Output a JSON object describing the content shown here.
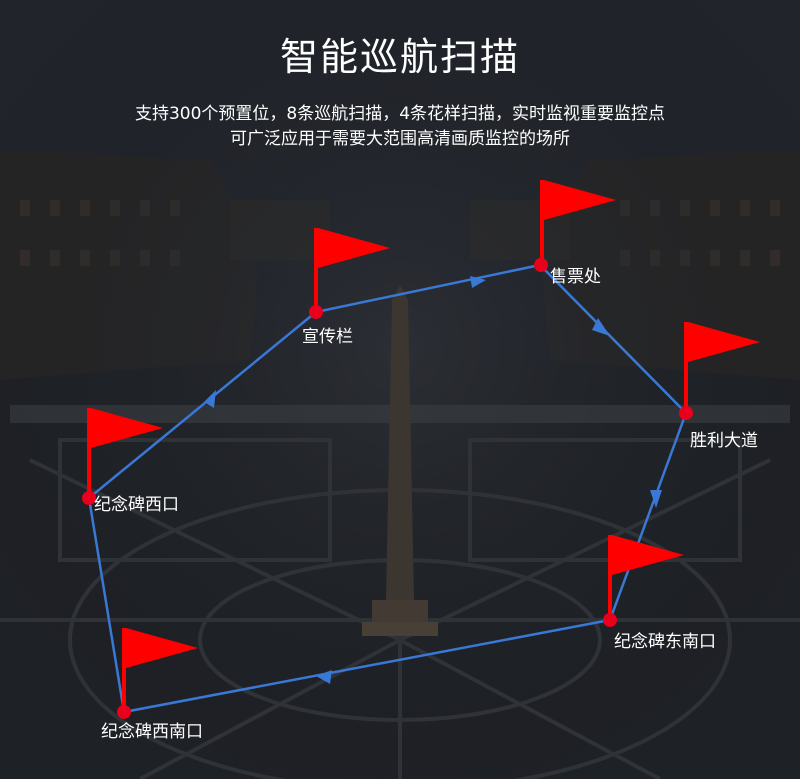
{
  "header": {
    "title": "智能巡航扫描",
    "subtitle_line1": "支持300个预置位，8条巡航扫描，4条花样扫描，实时监视重要监控点",
    "subtitle_line2": "可广泛应用于需要大范围高清画质监控的场所"
  },
  "colors": {
    "flag": "#ff0000",
    "route": "#3a78d6",
    "marker": "#e8001c",
    "text": "#ffffff"
  },
  "route": {
    "points": [
      {
        "id": "xuanchuanlan",
        "label": "宣传栏"
      },
      {
        "id": "shoupiaochu",
        "label": "售票处"
      },
      {
        "id": "shenglidadao",
        "label": "胜利大道"
      },
      {
        "id": "dongnankou",
        "label": "纪念碑东南口"
      },
      {
        "id": "xinankou",
        "label": "纪念碑西南口"
      },
      {
        "id": "xikou",
        "label": "纪念碑西口"
      }
    ]
  }
}
